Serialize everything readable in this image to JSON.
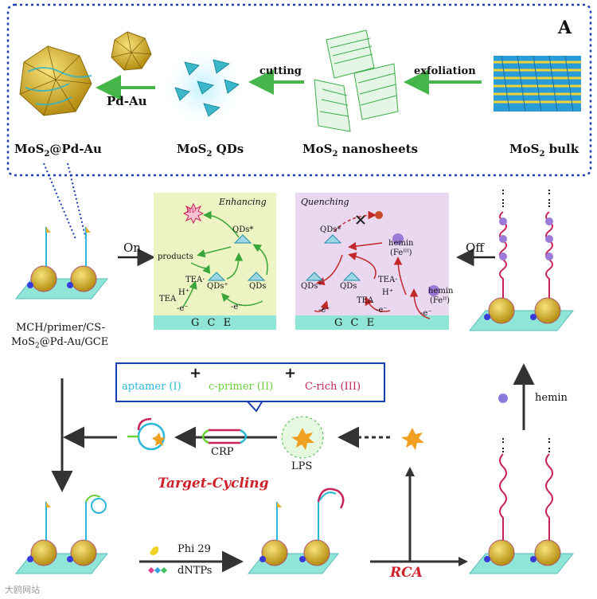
{
  "panel_label": "A",
  "top_row": {
    "items": [
      {
        "label": "MoS",
        "sub": "2",
        "suffix": "@Pd-Au"
      },
      {
        "label": "MoS",
        "sub": "2",
        "suffix": " QDs"
      },
      {
        "label": "MoS",
        "sub": "2",
        "suffix": " nanosheets"
      },
      {
        "label": "MoS",
        "sub": "2",
        "suffix": " bulk"
      }
    ],
    "arrows": {
      "pdau": "Pd-Au",
      "cutting": "cutting",
      "exfoliation": "exfoliation"
    }
  },
  "middle": {
    "on": "On",
    "off": "Off",
    "electrode_label_line1": "MCH/primer/CS-",
    "electrode_label_line2a": "MoS",
    "electrode_label_line2sub": "2",
    "electrode_label_line2b": "@Pd-Au/GCE",
    "enhancing": {
      "title": "Enhancing",
      "hv": "hν",
      "qds_star": "QDs*",
      "products": "products",
      "tea_rad": "TEA·",
      "qds_plus": "QDs⁺",
      "qds": "QDs",
      "tea": "TEA",
      "h_plus": "H⁺",
      "e_minus_1": "-e⁻",
      "e_minus_2": "-e⁻",
      "gce": "G C E"
    },
    "quenching": {
      "title": "Quenching",
      "qds_star": "QDs*",
      "hemin1": "hemin",
      "fe1": "(Feᴵᴵᴵ)",
      "qds_plus": "QDs⁺",
      "qds": "QDs",
      "tea_rad": "TEA·",
      "h_plus": "H⁺",
      "tea": "TEA",
      "e_minus_1": "-e⁻",
      "e_minus_2": "-e⁻",
      "e_minus_3": "-e⁻",
      "hemin2": "hemin",
      "fe2": "(Feᴵᴵ)",
      "gce": "G C E"
    }
  },
  "legend": {
    "aptamer": "aptamer (I)",
    "cprimer": "c-primer (II)",
    "crich": "C-rich (III)",
    "plus": "+"
  },
  "bottom": {
    "crp": "CRP",
    "lps": "LPS",
    "target_cycling": "Target-Cycling",
    "phi29": "Phi 29",
    "dntps": "dNTPs",
    "rca": "RCA",
    "hemin": "hemin"
  },
  "watermark": "大鸥网站",
  "colors": {
    "arrow_green": "#45b649",
    "arrow_dark": "#333333",
    "dotted_blue": "#1a3fb0",
    "enh_bg": "#eef3c4",
    "quench_bg": "#ead8f0",
    "electrode": "#8fe6d6",
    "aptamer": "#2bb8d8",
    "cprimer": "#6ccf3a",
    "crich": "#c8245a",
    "red_text": "#d0202a",
    "gold": "#d8b52a"
  }
}
